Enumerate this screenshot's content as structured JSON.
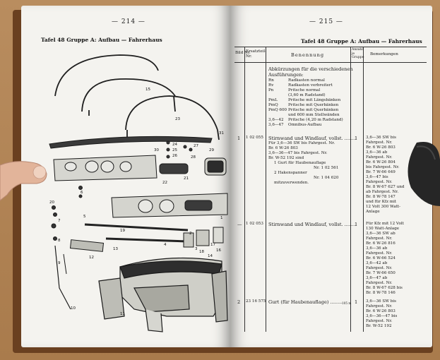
{
  "left_page": {
    "page_number": "— 214 —",
    "heading": "Tafel 48 Gruppe A: Aufbau — Fahrerhaus"
  },
  "right_page": {
    "page_number": "— 215 —",
    "heading": "Tafel 48 Gruppe A: Aufbau — Fahrerhaus",
    "col_headers": {
      "bild": "Bild Nr.",
      "ersatzteil": "Ersatzteil-\nNr.",
      "benennung": "Benennung",
      "anzahl": "Anzahl\nje\nGruppe",
      "bemerkungen": "Bemerkungen"
    },
    "abbrev_title": "Abkürzungen für die verschiedenen",
    "abbrev_title2": "Ausführungen:",
    "abbrevs": [
      {
        "code": "Rn",
        "text": "Radkasten normal"
      },
      {
        "code": "Rv",
        "text": "Radkasten verbreitert"
      },
      {
        "code": "Pn",
        "text": "Pritsche normal"
      },
      {
        "code": "",
        "text": "(3,60 m Radstand)"
      },
      {
        "code": "PmL",
        "text": "Pritsche mit Längsbänken"
      },
      {
        "code": "PmQ",
        "text": "Pritsche mit Querbänken"
      },
      {
        "code": "PmQ 600",
        "text": "Pritsche mit Querbänken"
      },
      {
        "code": "",
        "text": "und 600 mm Stellwänden"
      },
      {
        "code": "3,6—42",
        "text": "Pritsche (4,20 m Radstand)"
      },
      {
        "code": "3,6—47",
        "text": "Omnibus-Aufbau"
      }
    ],
    "row1": {
      "bild": "1",
      "nr": "1 02 055",
      "lines": [
        "Stirnwand und Windlauf, vollst. ........",
        "Für 3,6—36 SW bis Fahrgest. Nr.",
        "Br. 6 W-26 803",
        "3,6—36—47 bis Fahrgest. Nr.",
        "Br. W-52 192 sind",
        "1 Gurt für Haubenauflage",
        "Nr. 1 02 561",
        "2 Hakenspanner",
        "Nr. 1 04 620",
        "mitzuverwenden."
      ],
      "anzahl": "1",
      "remarks": [
        "3,6—36 SW bis",
        "Fahrgest. Nr.",
        "Br. 6 W-26 803",
        "3,6—36 ab",
        "Fahrgest. Nr.",
        "Br. 6 W-26 804",
        "bis Fahrgest. Nr.",
        "Br. 7 W-66 649",
        "3,6—47 bis",
        "Fahrgest. Nr.",
        "Br. 8 W-67 627 und",
        "ab Fahrgest. Nr.",
        "Br. 8 W-78 147",
        "und für Kfz mit",
        "12 Volt 300 Watt-",
        "Anlage"
      ]
    },
    "row2": {
      "bild": "—",
      "nr": "1 02 053",
      "lines": [
        "Stirnwand und Windlauf, vollst. ........"
      ],
      "anzahl": "1",
      "remarks": [
        "Für Kfz mit 12 Volt",
        "130 Watt-Anlage",
        "3,6—36 SW ab",
        "Fahrgest. Nr.",
        "Br. 6 W-26 816",
        "3,6—36 ab",
        "Fahrgest. Nr.",
        "Br. 6 W-66 524",
        "3,6—42 ab",
        "Fahrgest. Nr.",
        "Br. 7 W-66 650",
        "3,6—47 ab",
        "Fahrgest. Nr.",
        "Br. 8 W-67 628 bis",
        "Br. 8 W-78 146"
      ]
    },
    "row3": {
      "bild": "2",
      "nr": "23 16 575",
      "lines": [
        "Gurt (für Haubenauflage) ........"
      ],
      "unit": "105 m",
      "anzahl": "1",
      "remarks": [
        "3,6—36 SW bis",
        "Fahrgest. Nr.",
        "Br. 6 W-26 803",
        "3,6—36—47 bis",
        "Fahrgest. Nr.",
        "Br. W-52 192"
      ]
    }
  },
  "part_labels": [
    "15",
    "31",
    "30",
    "23",
    "24",
    "25",
    "26",
    "27",
    "28",
    "29",
    "22",
    "21",
    "1",
    "2",
    "3",
    "4",
    "5",
    "6",
    "7",
    "8",
    "9",
    "10",
    "11",
    "12",
    "13",
    "14",
    "16",
    "17",
    "18",
    "19",
    "20"
  ],
  "colors": {
    "paper": "#f4f3ef",
    "cover": "#6a4020",
    "table": "#b98d5f",
    "ink": "#1a1a1a"
  }
}
